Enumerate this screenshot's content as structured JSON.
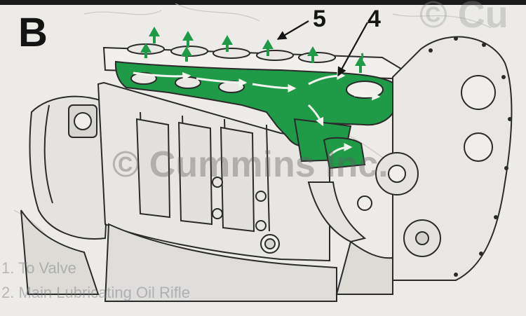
{
  "figure": {
    "panel_letter": "B",
    "callouts": [
      {
        "label": "5"
      },
      {
        "label": "4"
      }
    ],
    "watermark_top": "© Cu",
    "watermark_center": "© Cummins Inc.",
    "bleed_text": [
      "1.  To Valve",
      "2.  Main Lubricating Oil Rifle"
    ]
  },
  "colors": {
    "coolant_green": "#1f9a47",
    "line_art": "#2a2a2a",
    "paper": "#ecebe7",
    "flow_arrow": "#f4f4ee"
  },
  "icons": [
    "upward-flow-arrow-icon",
    "callout-leader-arrow-icon"
  ]
}
